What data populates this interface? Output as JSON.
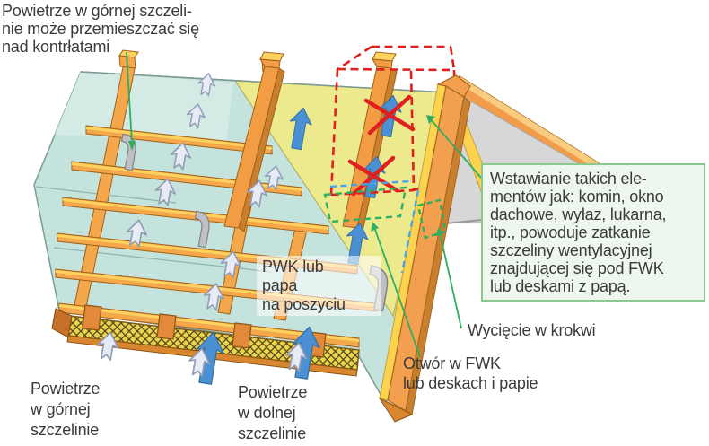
{
  "diagram": {
    "title": "Roof ventilation cut-away illustration",
    "labels": {
      "top_note": "Powietrze w górnej szczeli-\nnie może przemieszczać się\nnad kontrłatami",
      "pwk_note": "PWK lub\npapa\nna poszyciu",
      "blockage_note": "Wstawianie takich ele-\nmentów jak: komin, okno\ndachowe, wyłaz, lukarna,\nitp., powoduje zatkanie\nszczeliny wentylacyjnej\nznajdującej się pod FWK\nlub deskami z papą.",
      "rafter_cut": "Wycięcie w krokwi",
      "opening": "Otwór w FWK\nlub deskach i papie",
      "air_upper_gap": "Powietrze\nw górnej\nszczelinie",
      "air_lower_gap": "Powietrze\nw dolnej\nszczelinie"
    },
    "colors": {
      "membrane_teal": "#c3e3dc",
      "membrane_teal_light": "#d4ebe5",
      "sheathing_yellow": "#edea8e",
      "wood_orange": "#f5a74b",
      "wood_highlight": "#fcd35e",
      "wood_dark": "#c9802e",
      "wall_gray": "#d7d7d7",
      "arrow_blue": "#4a90d2",
      "arrow_white": "#e6ebf5",
      "marking_red": "#e0201f",
      "marking_green": "#2fae62",
      "marking_blue_dash": "#4aa3e8",
      "note_box_bg": "#eef7ee",
      "note_box_border": "#8cc98c",
      "eave_mesh_yellow": "#e8d44f"
    }
  }
}
